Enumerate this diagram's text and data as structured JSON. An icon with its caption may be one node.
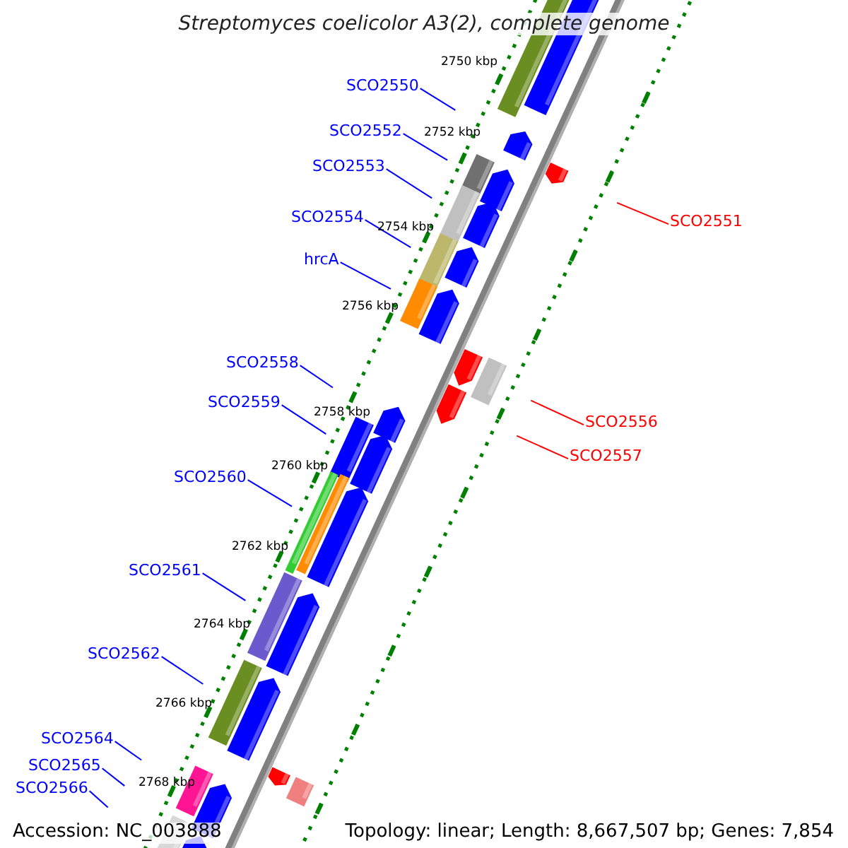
{
  "diagram": {
    "title": "Streptomyces coelicolor A3(2), complete genome",
    "nodes": [
      {
        "text": [
          "SCO2550"
        ]
      },
      {
        "text": [
          "SCO2552"
        ]
      },
      {
        "text": [
          "SCO2553"
        ]
      },
      {
        "text": [
          "SCO2551"
        ]
      },
      {
        "text": [
          "SCO2554"
        ]
      },
      {
        "text": [
          "hrcA"
        ]
      },
      {
        "text": [
          "SCO2558"
        ]
      },
      {
        "text": [
          "SCO2559"
        ]
      },
      {
        "text": [
          "SCO2556"
        ]
      },
      {
        "text": [
          "SCO2557"
        ]
      },
      {
        "text": [
          "SCO2560"
        ]
      },
      {
        "text": [
          "SCO2561"
        ]
      },
      {
        "text": [
          "SCO2562"
        ]
      },
      {
        "text": [
          "SCO2564"
        ]
      },
      {
        "text": [
          "SCO2565"
        ]
      },
      {
        "text": [
          "SCO2566"
        ]
      }
    ],
    "edges": [
      {
        "from": 0,
        "to": null,
        "arrow": "none"
      },
      {
        "from": 1,
        "to": null,
        "arrow": "none"
      },
      {
        "from": 2,
        "to": null,
        "arrow": "none"
      },
      {
        "from": 3,
        "to": null,
        "arrow": "none",
        "color": "#ff0000"
      },
      {
        "from": 4,
        "to": null,
        "arrow": "none"
      },
      {
        "from": 5,
        "to": null,
        "arrow": "none"
      },
      {
        "from": 6,
        "to": null,
        "arrow": "none"
      },
      {
        "from": 7,
        "to": null,
        "arrow": "none"
      },
      {
        "from": 8,
        "to": null,
        "arrow": "none",
        "color": "#ff0000"
      },
      {
        "from": 9,
        "to": null,
        "arrow": "none",
        "color": "#ff0000"
      },
      {
        "from": 10,
        "to": null,
        "arrow": "none"
      },
      {
        "from": 11,
        "to": null,
        "arrow": "none"
      },
      {
        "from": 12,
        "to": null,
        "arrow": "none"
      },
      {
        "from": 13,
        "to": null,
        "arrow": "none"
      },
      {
        "from": 14,
        "to": null,
        "arrow": "none"
      },
      {
        "from": 15,
        "to": null,
        "arrow": "none"
      }
    ],
    "labels": [
      "2750 kbp",
      "2752 kbp",
      "2754 kbp",
      "2756 kbp",
      "2758 kbp",
      "2760 kbp",
      "2762 kbp",
      "2764 kbp",
      "2766 kbp",
      "2768 kbp",
      "Accession: NC_003888",
      "Topology: linear; Length: 8,667,507 bp; Genes: 7,854"
    ]
  }
}
